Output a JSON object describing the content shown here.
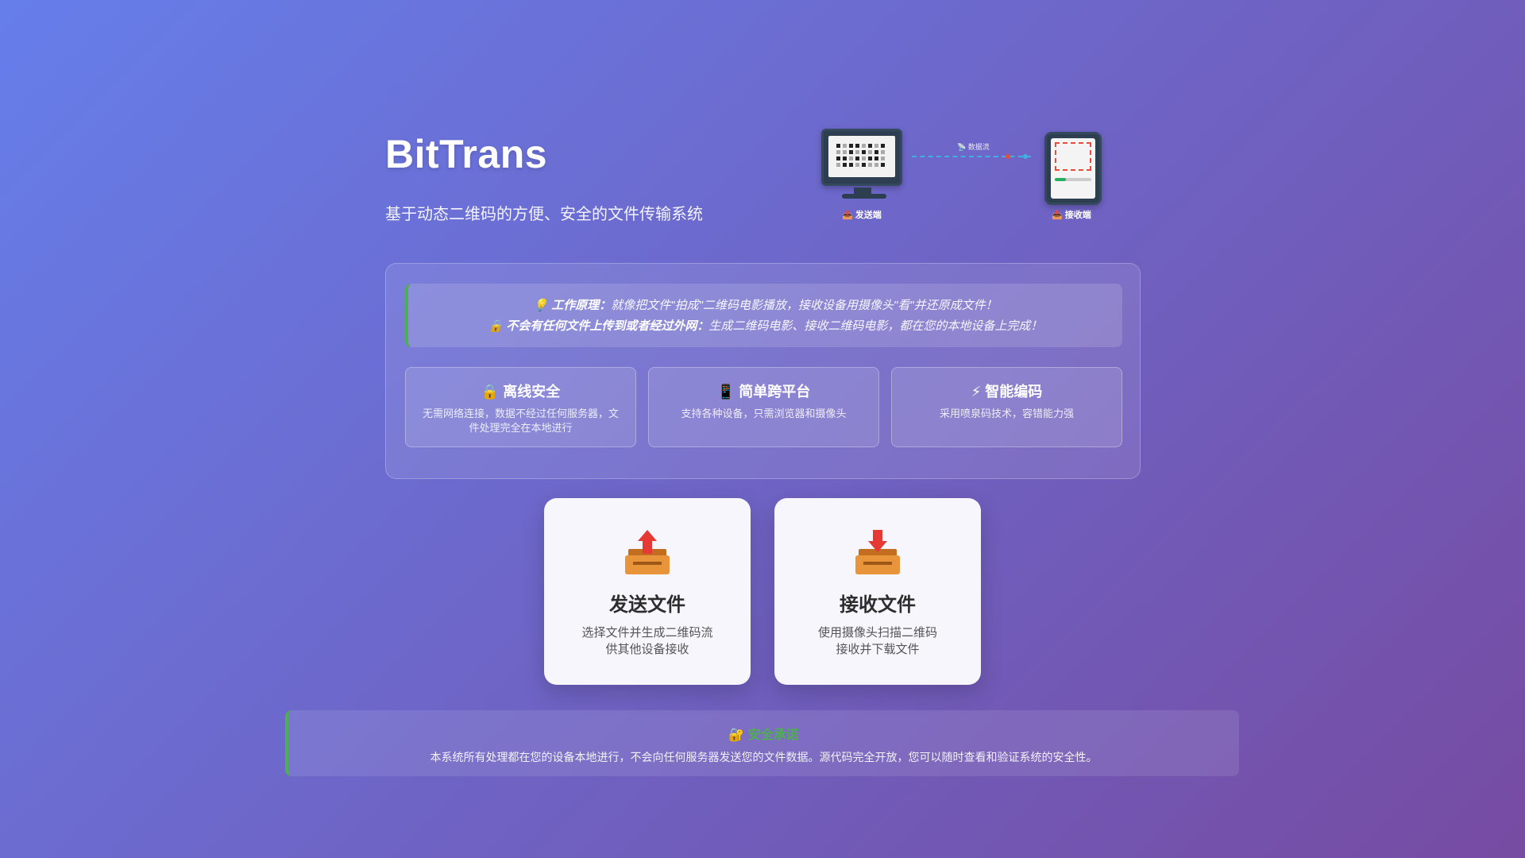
{
  "header": {
    "title": "BitTrans",
    "subtitle": "基于动态二维码的方便、安全的文件传输系统"
  },
  "illustration": {
    "sender_label": "📤 发送端",
    "receiver_label": "📥 接收端",
    "flow_label": "📡 数据流",
    "receive_progress": 0.3
  },
  "principle": {
    "line1_icon": "💡",
    "line1_bold": "工作原理：",
    "line1_text": "就像把文件\"拍成\"二维码电影播放，接收设备用摄像头\"看\"并还原成文件！",
    "line2_icon": "🔒",
    "line2_bold": "不会有任何文件上传到或者经过外网：",
    "line2_text": "生成二维码电影、接收二维码电影，都在您的本地设备上完成！"
  },
  "features": [
    {
      "title": "🔒 离线安全",
      "desc": "无需网络连接，数据不经过任何服务器，文件处理完全在本地进行"
    },
    {
      "title": "📱 简单跨平台",
      "desc": "支持各种设备，只需浏览器和摄像头"
    },
    {
      "title": "⚡ 智能编码",
      "desc": "采用喷泉码技术，容错能力强"
    }
  ],
  "actions": {
    "send": {
      "icon": "outbox-tray-icon",
      "title": "发送文件",
      "desc1": "选择文件并生成二维码流",
      "desc2": "供其他设备接收"
    },
    "receive": {
      "icon": "inbox-tray-icon",
      "title": "接收文件",
      "desc1": "使用摄像头扫描二维码",
      "desc2": "接收并下载文件"
    }
  },
  "security": {
    "title": "🔐 安全承诺",
    "text": "本系统所有处理都在您的设备本地进行，不会向任何服务器发送您的文件数据。源代码完全开放，您可以随时查看和验证系统的安全性。"
  },
  "colors": {
    "bg_start": "#667eea",
    "bg_end": "#764ba2",
    "accent_green": "#4caf50",
    "flow_line": "#3fb0e0",
    "arrow_red": "#e53935"
  }
}
